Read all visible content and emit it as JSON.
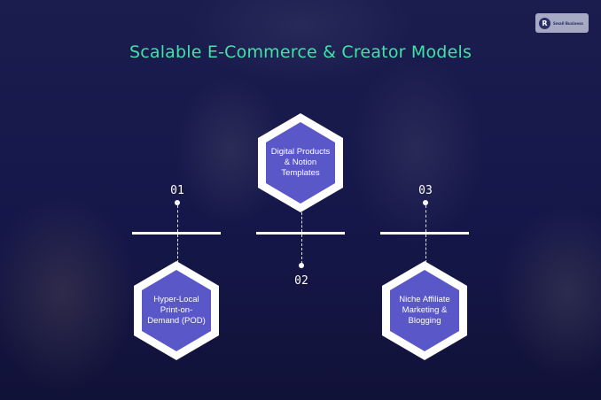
{
  "title": "Scalable E-Commerce & Creator Models",
  "logo": {
    "mark": "R",
    "text": "Small Business"
  },
  "colors": {
    "title": "#3fe3a6",
    "hexagon_fill": "#5a57c8",
    "hexagon_border": "#ffffff"
  },
  "items": [
    {
      "number": "01",
      "label": "Hyper-Local Print-on-Demand (POD)"
    },
    {
      "number": "02",
      "label": "Digital Products & Notion Templates"
    },
    {
      "number": "03",
      "label": "Niche Affiliate Marketing & Blogging"
    }
  ]
}
